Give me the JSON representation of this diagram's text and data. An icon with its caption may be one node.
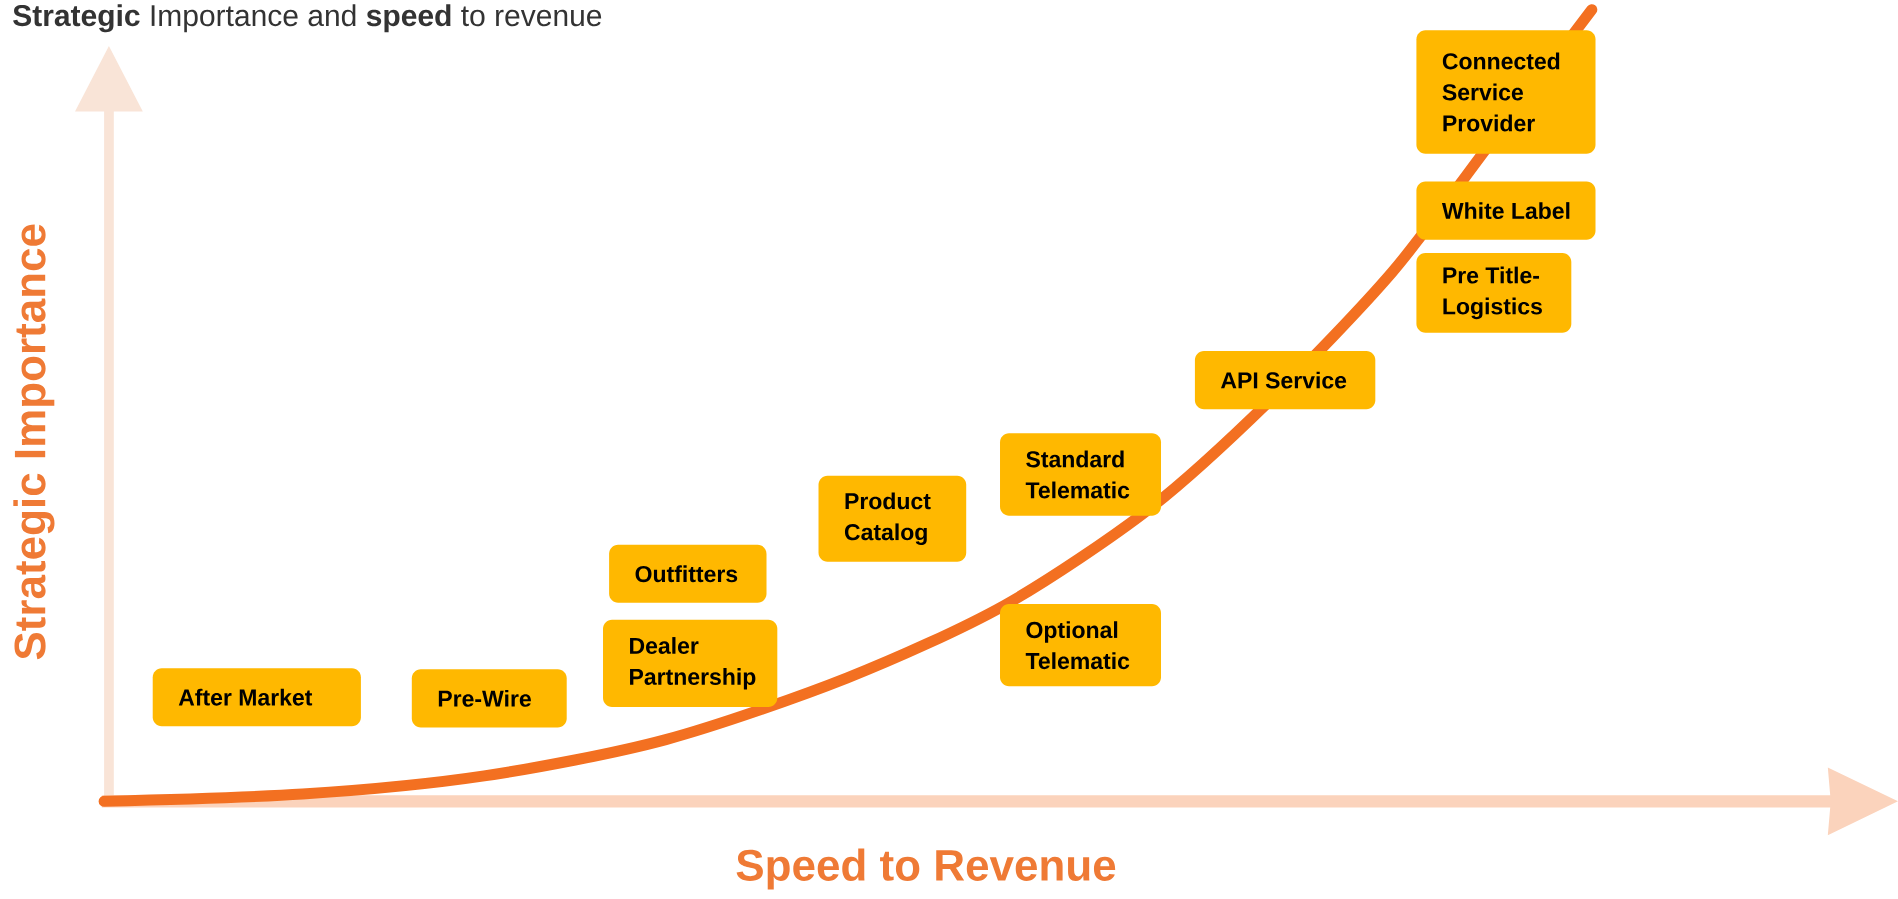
{
  "diagram": {
    "title": "**Strategic** Importance and **speed** to revenue",
    "nodes": [
      {
        "text": [
          "After Market"
        ]
      },
      {
        "text": [
          "Pre-Wire"
        ]
      },
      {
        "text": [
          "Dealer Partnership"
        ]
      },
      {
        "text": [
          "Outfitters"
        ]
      },
      {
        "text": [
          "Product Catalog"
        ]
      },
      {
        "text": [
          "Standard Telematic"
        ]
      },
      {
        "text": [
          "Optional Telematic"
        ]
      },
      {
        "text": [
          "API Service"
        ]
      },
      {
        "text": [
          "Pre Title-Logistics"
        ]
      },
      {
        "text": [
          "White Label"
        ]
      },
      {
        "text": [
          "Connected Service Provider"
        ]
      }
    ],
    "labels": [
      "Strategic Importance",
      "Speed to Revenue"
    ]
  }
}
